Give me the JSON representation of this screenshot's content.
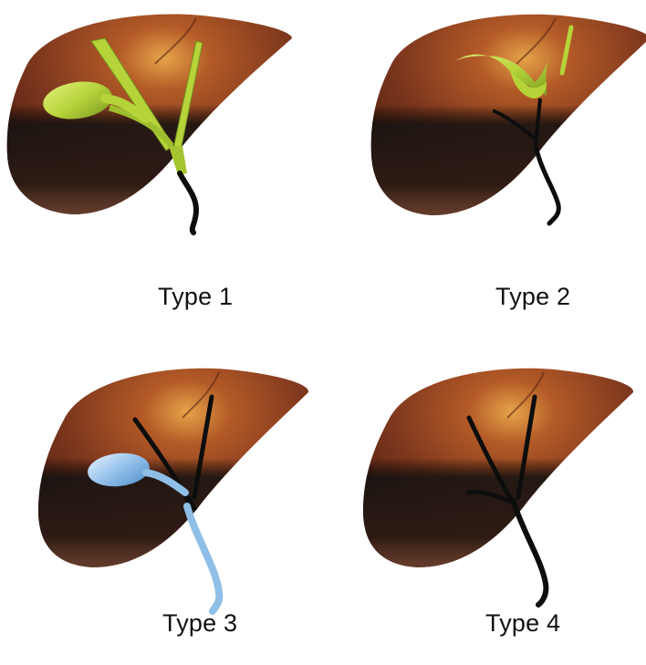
{
  "panels": [
    {
      "caption": "Type 1",
      "gallbladder": "green",
      "ducts": "green"
    },
    {
      "caption": "Type 2",
      "gallbladder": "green",
      "ducts": "black"
    },
    {
      "caption": "Type 3",
      "gallbladder": "blue",
      "ducts": "black"
    },
    {
      "caption": "Type 4",
      "gallbladder": "none",
      "ducts": "black"
    }
  ],
  "colors": {
    "liver_top": "#8a3d22",
    "liver_glow": "#d98a3a",
    "liver_shadow": "#1a1a1a",
    "gallbladder_green": "#b6d43a",
    "gallbladder_blue": "#8fbfe6",
    "duct_black": "#0d0d0d"
  }
}
